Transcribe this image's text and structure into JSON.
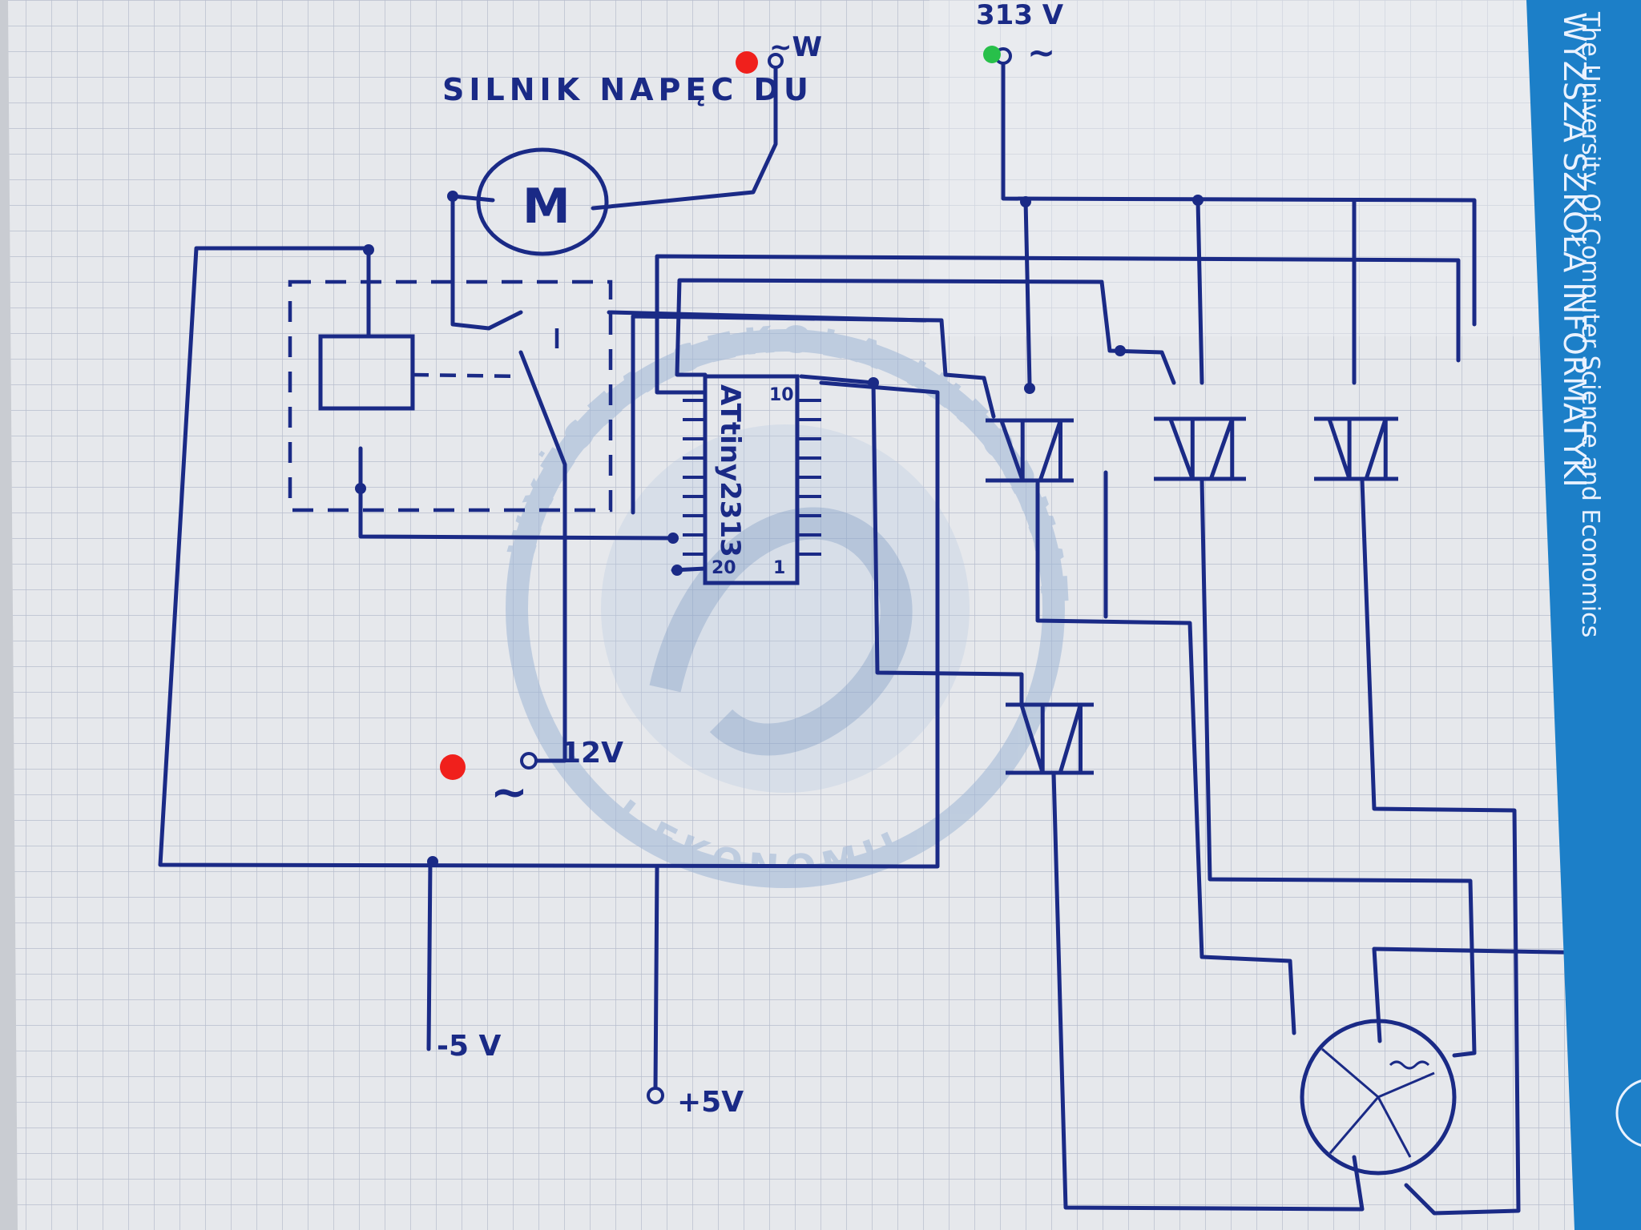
{
  "colors": {
    "paper": "#e6e8ec",
    "grid": "#8f99b4",
    "ink": "#1a2a86",
    "watermark": "#9fb6d6",
    "marker_red": "#f0201c",
    "marker_green": "#28c04a",
    "strip": "#1c7fc8"
  },
  "labels": {
    "motor_title": "SILNIK NAPĘC DU",
    "motor_symbol": "M",
    "mcu": "ATtiny2313",
    "pin_top": "10",
    "pin_bottom_left": "20",
    "pin_bottom_right": "1",
    "supply_top_left": "~W",
    "supply_top_right": "313 V",
    "supply_12v": "12V",
    "supply_minus5": "-5 V",
    "supply_plus5": "+5V",
    "ac": "~"
  },
  "strip": {
    "line1": "WYŻSZA SZKOŁA INFORMATYKI",
    "line2": "The University Of Computer Science and Economics"
  },
  "watermark": {
    "top_text": "WYŻSZA SZKOŁA INFORMATYKI",
    "bottom_text": "I EKONOMII"
  }
}
